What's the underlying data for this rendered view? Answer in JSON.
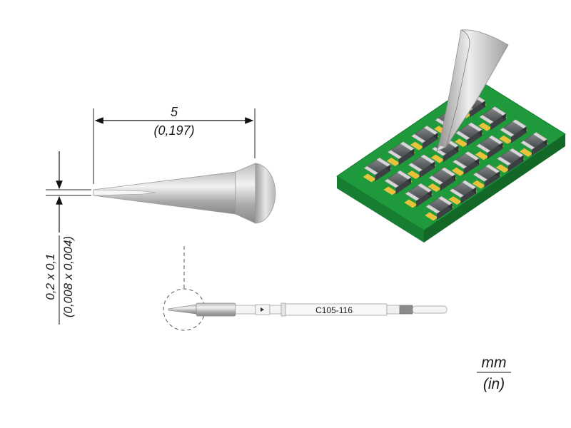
{
  "length_dimension": {
    "value": "5",
    "imperial": "(0,197)"
  },
  "tip_dimension": {
    "value": "0,2 x 0,1",
    "imperial": "(0,008 x 0,004)"
  },
  "cartridge": {
    "model": "C105-116"
  },
  "units": {
    "metric": "mm",
    "imperial": "(in)"
  },
  "colors": {
    "pcb": "#1e9a3c",
    "pcb_side": "#157a2e",
    "pad": "#e8c23a",
    "chip": "#6f7275",
    "steel": "#c9c9c9"
  }
}
